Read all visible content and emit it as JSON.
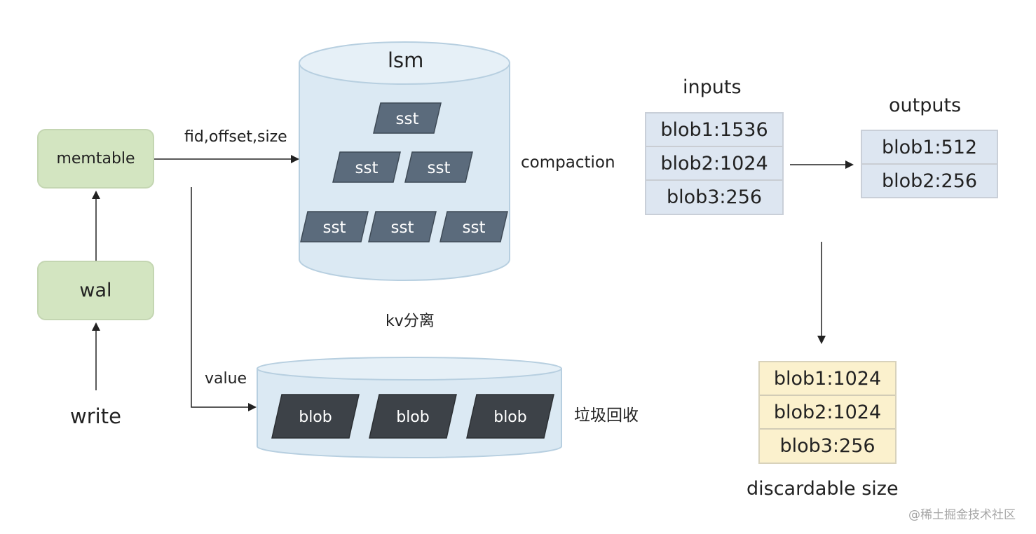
{
  "left": {
    "memtable": "memtable",
    "wal": "wal",
    "write": "write"
  },
  "arrows": {
    "to_lsm": "fid,offset,size",
    "to_blob": "value"
  },
  "lsm": {
    "title": "lsm",
    "sst_label": "sst"
  },
  "kv_separation": "kv分离",
  "blob_store": {
    "blob_label": "blob",
    "gc_label": "垃圾回收"
  },
  "compaction": {
    "label": "compaction",
    "inputs_title": "inputs",
    "inputs": [
      "blob1:1536",
      "blob2:1024",
      "blob3:256"
    ],
    "outputs_title": "outputs",
    "outputs": [
      "blob1:512",
      "blob2:256"
    ],
    "discardable_title": "discardable size",
    "discardable": [
      "blob1:1024",
      "blob2:1024",
      "blob3:256"
    ]
  },
  "watermark": "@稀土掘金技术社区",
  "colors": {
    "green_box": "#d3e5c1",
    "cylinder": "#dbe9f3",
    "sst_fill": "#5b6b7c",
    "blob_fill": "#3d4248",
    "blue_table": "#dde6f1",
    "yellow_table": "#fbf1cd"
  }
}
